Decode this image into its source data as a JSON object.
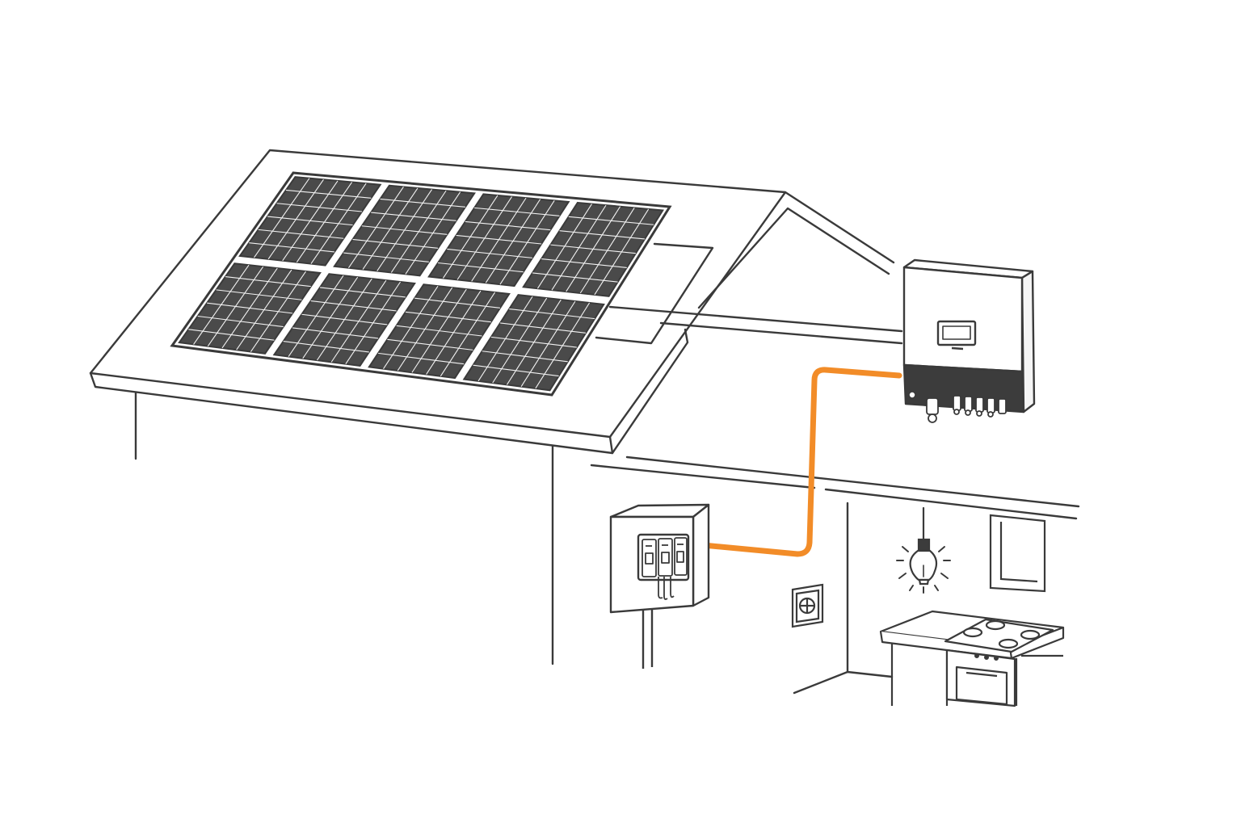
{
  "colors": {
    "line": "#3a3a3a",
    "panel_fill": "#4a4a4a",
    "panel_grid": "#f2f2f2",
    "cable": "#f28c28",
    "background": "#ffffff"
  },
  "solar_array": {
    "rows": 2,
    "columns": 4,
    "cell_rows": 6,
    "cell_columns": 6
  },
  "icons": [
    "solar-panel-icon",
    "inverter-icon",
    "breaker-box-icon",
    "power-outlet-icon",
    "light-bulb-icon",
    "stove-icon"
  ]
}
